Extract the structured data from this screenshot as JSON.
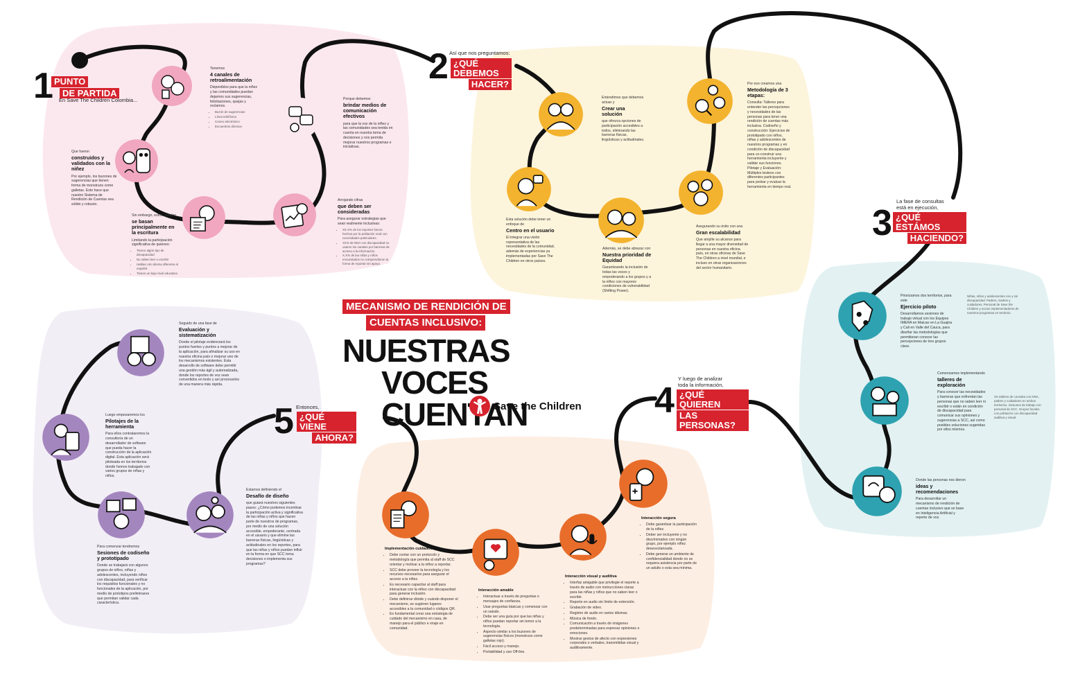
{
  "colors": {
    "red": "#d6232e",
    "pink": "#fbe8ee",
    "pink_node": "#f1a7bf",
    "yellow": "#fdf4dc",
    "yellow_node": "#f3b32e",
    "teal": "#e3f1f2",
    "teal_node": "#2ea2b0",
    "lilac": "#f2eef6",
    "lilac_node": "#a486bf",
    "peach": "#fdeee3",
    "peach_node": "#e86d2b",
    "ink": "#111111"
  },
  "main_title": {
    "red_line1": "MECANISMO DE RENDICIÓN DE",
    "red_line2": "CUENTAS INCLUSIVO:",
    "big_line1": "NUESTRAS",
    "big_line2": "VOCES CUENTAN",
    "logo_text": "Save the Children",
    "logo_icon": "save-the-children-logo-icon"
  },
  "section1": {
    "num": "1",
    "label_line1": "PUNTO",
    "label_line2": "DE PARTIDA",
    "intro": "En Save The Children Colombia...",
    "nodes": [
      {
        "pre": "Tenemos",
        "heading": "4 canales de retroalimentación",
        "body": "Disponibles para que la niñez y las comunidades puedan dejarnos sus sugerencias, felicitaciones, quejas y reclamos.",
        "bullets": [
          "Buzón de sugerencias",
          "Línea telefónica",
          "Correo electrónico",
          "Encuentros directos"
        ],
        "icon": "feedback-channels-icon"
      },
      {
        "pre": "Porque debemos",
        "heading": "brindar medios de comunicación efectivos",
        "body": "para que la voz de la niñez y las comunidades sea tenida en cuenta en nuestra toma de decisiones y nos permita mejorar nuestros programas e iniciativas.",
        "bullets": [],
        "icon": "communication-icon"
      },
      {
        "pre": "Que fueron",
        "heading": "construidos y validados con la niñez",
        "body": "Por ejemplo, los buzones de sugerencias que tienen forma de monstruos come galletas. Esto hace que nuestro Sistema de Rendición de Cuentas sea sólido y robusto.",
        "bullets": [],
        "icon": "cookie-monster-mailbox-icon"
      },
      {
        "pre": "Arrojando cifras",
        "heading": "que deben ser consideradas",
        "body": "Para asegurar estrategias que sean realmente inclusivas:",
        "bullets": [
          "XX.X% de los reportes fueron hechos por la población rural con necesidades particulares.",
          "XX% de NNA con discapacidad no usaron los canales por barreras de acceso a la información.",
          "X.X% de las niñas y niños encuestados no comprendieron la forma de reportar sin apoyo."
        ],
        "icon": "statistics-icon"
      },
      {
        "pre": "Sin embargo, estos canales",
        "heading": "se basan principalmente en la escritura",
        "body": "Limitando la participación significativa de quienes:",
        "bullets": [
          "Tienen algún tipo de discapacidad",
          "No saben leer o escribir",
          "Hablan otro idioma diferente al español",
          "Tienen un bajo nivel educativo"
        ],
        "icon": "writing-barrier-icon"
      }
    ]
  },
  "section2": {
    "num": "2",
    "intro": "Así que nos preguntamos:",
    "label_line1": "¿QUÉ DEBEMOS",
    "label_line2": "HACER?",
    "nodes": [
      {
        "pre": "Entendimos que debemos actuar y",
        "heading": "Crear una solución",
        "body": "que ofrezca opciones de participación accesibles a todos, eliminando las barreras físicas, lingüísticas y actitudinales.",
        "icon": "create-solution-icon"
      },
      {
        "pre": "Por eso creamos una",
        "heading": "Metodología de 3 etapas:",
        "body": "Consulta: Talleres para entender las percepciones y necesidades de las personas para tener una rendición de cuentas más inclusiva. Codiseño y construcción: Ejercicios de prototipado con niños, niñas y adolescentes de nuestros programas y en condición de discapacidad para co-construir una herramienta incluyente y validar sus funciones. Pilotaje y Evaluación: Múltiples testeos con diferentes participantes para probar y evaluar la herramienta en tiempo real.",
        "icon": "methodology-icon"
      },
      {
        "pre": "Esta solución debe tener un enfoque de",
        "heading": "Centro en el usuario",
        "body": "El integrar una visión representativa de las necesidades de la comunidad, además de experiencias ya implementadas por Save The Children en otros países.",
        "icon": "user-centered-icon"
      },
      {
        "pre": "Además, se debe abrazar con",
        "heading": "Nuestra prioridad de Equidad",
        "body": "Garantizando la inclusión de todas las voces y empoderando a los grupos y a la niñez con mayores condiciones de vulnerabilidad (Shifting Power).",
        "icon": "equity-icon"
      },
      {
        "pre": "Asegurando su éxito con una",
        "heading": "Gran escalabilidad",
        "body": "Que amplíe su alcance para llegar a una mayor diversidad de personas en nuestra oficina país, en otras oficinas de Save The Children a nivel mundial, e incluso en otras organizaciones del sector humanitario.",
        "icon": "scalability-icon"
      }
    ]
  },
  "section3": {
    "num": "3",
    "intro_line1": "La fase de consultas",
    "intro_line2": "está en ejecución,",
    "label_line1": "¿QUÉ ESTÁMOS",
    "label_line2": "HACIENDO?",
    "nodes": [
      {
        "pre": "Priorizamos dos territorios, para este",
        "heading": "Ejercicio piloto",
        "body": "Desarrollamos sesiones de trabajo virtual con los Equipos IMERA en Maicao en La Guajira y Cali en Valle del Cauca, para diseñar las metodologías que permitieran conocer las percepciones de tres grupos clave.",
        "side": "Niñas, niños y adolescentes con y sin discapacidad. Padres, madres y cuidadores. Personal de Save the Children y socios implementadores de nuestros programas en territorio.",
        "icon": "pilot-map-icon"
      },
      {
        "pre": "Comenzamos implementando",
        "heading": "talleres de exploración",
        "body": "Para conocer las necesidades y barreras que enfrentan las personas que no saben leer ni escribir o están en condición de discapacidad para comunicar sus opiniones y sugerencias a SCC, así como posibles soluciones sugeridas por ellos mismos.",
        "side": "XX talleres de consulta con NNA, padres y cuidadores en ambos territorios. Sesiones de trabajo con personal de SCC. Grupos focales con población con discapacidad auditiva y visual.",
        "icon": "exploration-workshop-icon"
      },
      {
        "pre": "Donde las personas nos dieron",
        "heading": "ideas y recomendaciones",
        "body": "Para desarrollar un mecanismo de rendición de cuentas inclusivo que se base en Inteligencia Artificial y reporte de voz.",
        "icon": "ideas-icon"
      }
    ]
  },
  "section4": {
    "num": "4",
    "intro_line1": "Y luego de analizar",
    "intro_line2": "toda la información,",
    "label_line1": "¿QUÉ QUIEREN",
    "label_line2": "LAS PERSONAS?",
    "nodes": [
      {
        "heading": "Implementación cuidadosa",
        "bullets": [
          "Debe contar con un protocolo y metodología que permita al staff de SCC orientar y motivar a la niñez a reportar.",
          "SCC debe proveer la tecnología y los recursos necesarios para asegurar el acceso a la niñez.",
          "Es necesario capacitar al staff para interactuar con la niñez con discapacidad para generar inclusión.",
          "Debe definirse dónde y cuándo disponer el mecanismo, se sugieren lugares accesibles a la comunidad o códigos QR.",
          "Es fundamental crear una estrategia de cuidado del mecanismo en casa, de manejo para el público e viraje en comunidad."
        ],
        "icon": "careful-implementation-icon"
      },
      {
        "heading": "Interacción amable",
        "bullets": [
          "Interactuar a través de preguntas o mensajes de confianza.",
          "Usar preguntas básicas y comenzar con un saludo.",
          "Debe ser una guía por que las niñas y niños puedan reportar sin temor a la tecnología.",
          "Aspecto similar a los buzones de sugerencias físicos (monstruos come galletas rojo).",
          "Fácil acceso y manejo.",
          "Portabilidad y uso Off-line."
        ],
        "icon": "friendly-interaction-icon"
      },
      {
        "heading": "Interacción visual y auditiva",
        "bullets": [
          "Interfaz amigable que privilegie el reporte a través de audio con instrucciones claras para las niñas y niños que no saben leer o escribir.",
          "Reporte en audio sin límite de extensión.",
          "Grabación de video.",
          "Registro de audio en varios idiomas.",
          "Música de fondo.",
          "Comunicación a través de imágenes predeterminadas para expresar opiniones o emociones.",
          "Mostrar gestos de afecto con expresiones corporales o verbales, transmitidas visual y auditivamente."
        ],
        "icon": "audio-visual-icon"
      },
      {
        "heading": "Interacción segura",
        "bullets": [
          "Debe garantizar la participación de la niñez.",
          "Deber ser incluyente y no discriminativo con ningún grupo, por ejemplo niñez desescolarizada.",
          "Debe generar un ambiente de confidencialidad donde no se requiera asistencia por parte de un adulto o esta sea mínima."
        ],
        "icon": "safe-interaction-icon"
      }
    ]
  },
  "section5": {
    "num": "5",
    "intro": "Entonces,",
    "label_line1": "¿QUÉ VIENE",
    "label_line2": "AHORA?",
    "nodes": [
      {
        "pre": "Seguido de una fase de",
        "heading": "Evaluación y sistematización",
        "body": "Donde el pilotaje evidenciará los puntos fuertes y puntos a mejorar de la aplicación, para afinalizar su uso en nuestra oficina país o mejorar uno de los mecanismos existentes. Esta desarrollo de software debe permitir una gestión más ágil y automatizada, donde los reportes de voz sean convertidos en texto y así procesarlos de una manera más rápida.",
        "icon": "evaluation-icon"
      },
      {
        "pre": "Luego empezaremos los",
        "heading": "Pilotajes de la herramienta",
        "body": "Para ellos contrataremos la consultoría de un desarrollador de software que pueda hacer la construcción de la aplicación digital. Esta aplicación será piloteada en los territorios donde hemos trabajado con varios grupos de niñas y niños.",
        "icon": "pilot-tool-icon"
      },
      {
        "pre": "Estamos definiendo el",
        "heading": "Desafío de diseño",
        "body": "que guiará nuestros siguientes pasos: ¿Cómo podemos incentivar la participación activa y significativa de las niñas y niños que hacen parte de nuestros de programas, por medio de una solución accesible, empoderante, centrada en el usuario y que elimine las barreras físicas, lingüísticas y actitudinales en los reportes, para que las niñas y niños puedan influir en la forma en que SCC toma decisiones e implementa sus programas?",
        "icon": "design-challenge-icon"
      },
      {
        "pre": "Para comenzar tendremos",
        "heading": "Sesiones de codiseño y prototipado",
        "body": "Donde se trabajará con algunos grupos de niños, niñas y adolescentes, incluyendo niños con discapacidad, para verificar los requisitos funcionales y no funcionales de la aplicación, por medio de prototipos preliminares que permitan validar cada característica.",
        "icon": "codesign-icon"
      }
    ]
  }
}
